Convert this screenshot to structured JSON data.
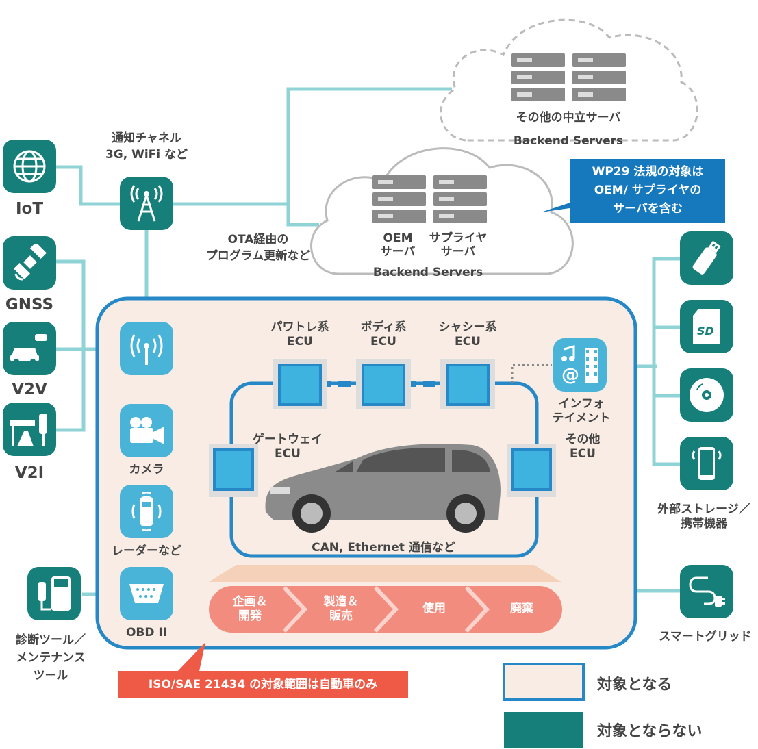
{
  "colors": {
    "teal": "#167f7a",
    "light_blue": "#4ab4d8",
    "connector": "#8fd3d6",
    "scope_fill": "#f8ece4",
    "scope_border": "#2688c6",
    "chip": "#3fb3e0",
    "red_banner": "#ef5a47",
    "blue_banner": "#1779bd",
    "pill": "#f28c7e"
  },
  "left": {
    "iot": "IoT",
    "gnss": "GNSS",
    "v2v": "V2V",
    "v2i": "V2I",
    "diag": [
      "診断ツール／",
      "メンテナンス",
      "ツール"
    ]
  },
  "channel": [
    "通知チャネル",
    "3G, WiFi など"
  ],
  "ota": [
    "OTA経由の",
    "プログラム更新など"
  ],
  "cloud_back": {
    "server": "その他の中立サーバ",
    "label": "Backend Servers"
  },
  "cloud_front": {
    "oem": [
      "OEM",
      "サーバ"
    ],
    "supplier": [
      "サプライヤ",
      "サーバ"
    ],
    "label": "Backend Servers"
  },
  "wp29": [
    "WP29 法規の対象は",
    "OEM/ サプライヤの",
    "サーバを含む"
  ],
  "inner": {
    "camera": "カメラ",
    "radar": "レーダーなど",
    "obd": "OBD II",
    "powertrain": [
      "パワトレ系",
      "ECU"
    ],
    "body": [
      "ボディ系",
      "ECU"
    ],
    "chassis": [
      "シャシー系",
      "ECU"
    ],
    "gateway": [
      "ゲートウェイ",
      "ECU"
    ],
    "other": [
      "その他",
      "ECU"
    ],
    "infotainment": [
      "インフォ",
      "テイメント"
    ],
    "can": "CAN, Ethernet 通信など"
  },
  "lifecycle": [
    [
      "企画＆",
      "開発"
    ],
    [
      "製造＆",
      "販売"
    ],
    [
      "使用"
    ],
    [
      "廃棄"
    ]
  ],
  "right": {
    "storage": [
      "外部ストレージ／",
      "携帯機器"
    ],
    "smartgrid": "スマートグリッド",
    "sd": "SD"
  },
  "iso": "ISO/SAE 21434 の対象範囲は自動車のみ",
  "legend": {
    "target": "対象となる",
    "not_target": "対象とならない"
  }
}
